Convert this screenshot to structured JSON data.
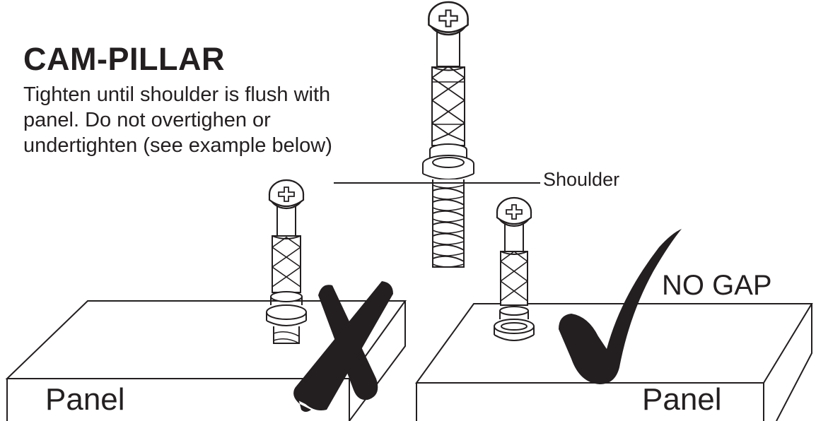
{
  "title": "CAM-PILLAR",
  "instruction": "Tighten until shoulder is flush with panel. Do not overtighen or undertighten (see example below)",
  "labels": {
    "shoulder": "Shoulder",
    "no_gap": "NO GAP",
    "panel_left": "Panel",
    "panel_right": "Panel"
  },
  "colors": {
    "ink": "#231f20",
    "background": "#ffffff"
  },
  "icons": {
    "wrong": "cross-mark-icon",
    "correct": "check-mark-icon"
  }
}
